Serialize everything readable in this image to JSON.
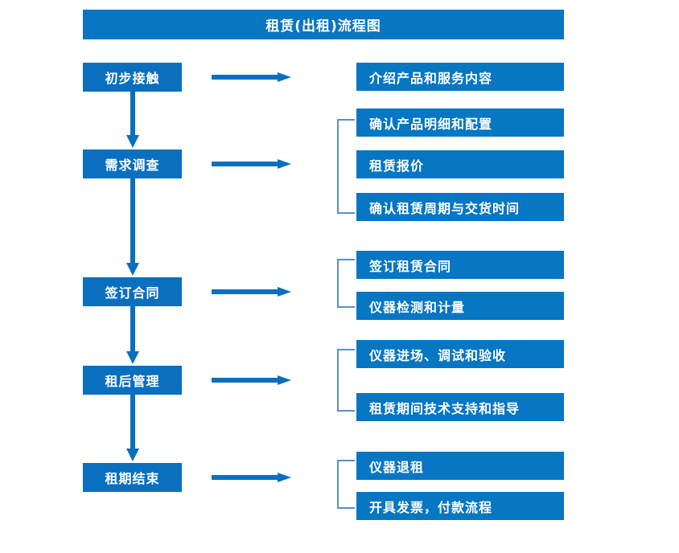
{
  "chart_data": {
    "type": "diagram",
    "title": "租赁(出租)流程图",
    "diagram_kind": "flowchart",
    "orientation": "vertical-stages-with-right-details",
    "stages": [
      {
        "label": "初步接触",
        "details": [
          "介绍产品和服务内容"
        ]
      },
      {
        "label": "需求调查",
        "details": [
          "确认产品明细和配置",
          "租赁报价",
          "确认租赁周期与交货时间"
        ]
      },
      {
        "label": "签订合同",
        "details": [
          "签订租赁合同",
          "仪器检测和计量"
        ]
      },
      {
        "label": "租后管理",
        "details": [
          "仪器进场、调试和验收",
          "租赁期间技术支持和指导"
        ]
      },
      {
        "label": "租期结束",
        "details": [
          "仪器退租",
          "开具发票，付款流程"
        ]
      }
    ]
  },
  "title": {
    "text": "租赁(出租)流程图"
  },
  "stages": [
    {
      "label": "初步接触"
    },
    {
      "label": "需求调查"
    },
    {
      "label": "签订合同"
    },
    {
      "label": "租后管理"
    },
    {
      "label": "租期结束"
    }
  ],
  "details": [
    {
      "label": "介绍产品和服务内容"
    },
    {
      "label": "确认产品明细和配置"
    },
    {
      "label": "租赁报价"
    },
    {
      "label": "确认租赁周期与交货时间"
    },
    {
      "label": "签订租赁合同"
    },
    {
      "label": "仪器检测和计量"
    },
    {
      "label": "仪器进场、调试和验收"
    },
    {
      "label": "租赁期间技术支持和指导"
    },
    {
      "label": "仪器退租"
    },
    {
      "label": "开具发票，付款流程"
    }
  ],
  "colors": {
    "title_bar": "#0776C3",
    "stage_box": "#0A6FBF",
    "detail_box": "#0776C3",
    "arrow": "#0A6FBF",
    "bracket": "#5B8FC9",
    "text": "#FFFFFF",
    "background": "#FFFFFF"
  }
}
